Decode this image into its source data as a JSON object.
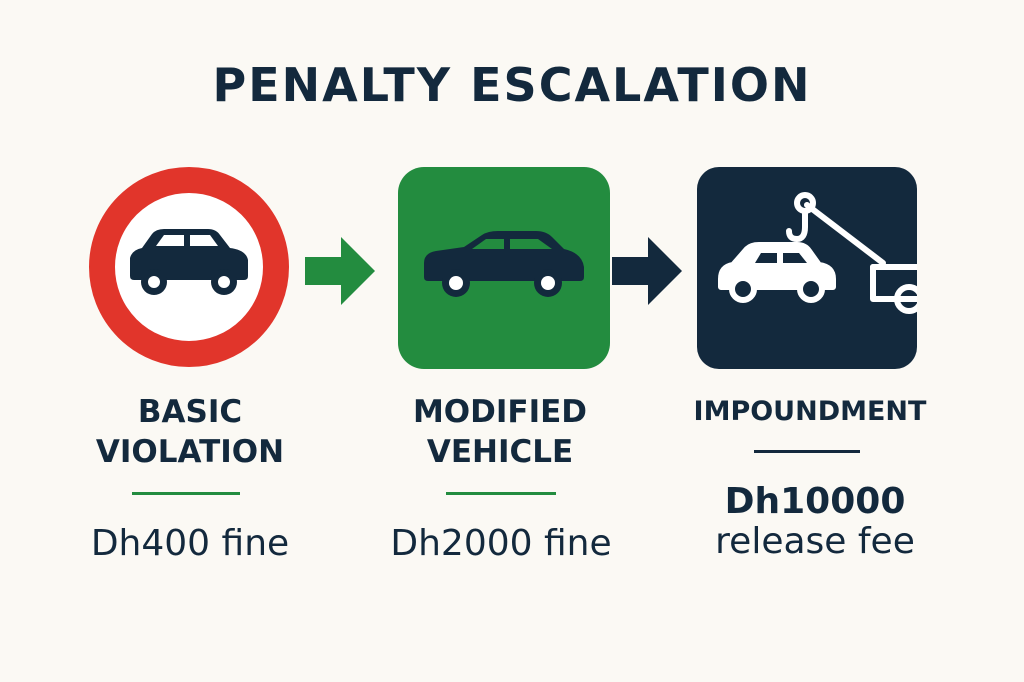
{
  "title": "PENALTY ESCALATION",
  "colors": {
    "navy": "#13293d",
    "green": "#238c3f",
    "red": "#e1352b",
    "background": "#fbf9f4"
  },
  "stages": [
    {
      "icon": "car-icon",
      "label_lines": [
        "BASIC",
        "VIOLATION"
      ],
      "amount_lines": [
        "Dh400 fine"
      ],
      "rule_color": "#238c3f"
    },
    {
      "icon": "car-icon",
      "label_lines": [
        "MODIFIED",
        "VEHICLE"
      ],
      "amount_lines": [
        "Dh2000 fine"
      ],
      "rule_color": "#238c3f"
    },
    {
      "icon": "tow-truck-icon",
      "label_lines": [
        "IMPOUNDMENT"
      ],
      "amount_lines": [
        "Dh10000",
        "release fee"
      ],
      "rule_color": "#13293d"
    }
  ]
}
